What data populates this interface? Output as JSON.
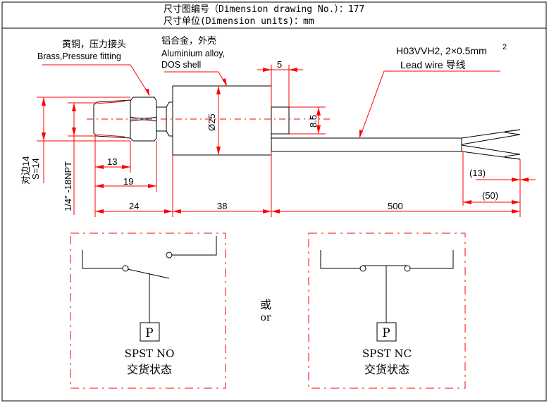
{
  "header": {
    "drawing_no": "尺寸图编号（Dimension drawing No.）：177",
    "units": "尺寸单位(Dimension units)：mm"
  },
  "labels": {
    "fitting_cn": "黄铜，压力接头",
    "fitting_en": "Brass,Pressure fitting",
    "shell_cn": "铝合金，外壳",
    "shell_en1": "Aluminium alloy,",
    "shell_en2": "DOS shell",
    "cable_spec": "H03VVH2, 2×0.5mm",
    "cable_sup": "2",
    "cable_en": "Lead wire 导线"
  },
  "dimensions": {
    "hex_cn": "对边14",
    "hex_s": "S=14",
    "thread": "1/4″ -18NPT",
    "d13": "13",
    "d19": "19",
    "d24": "24",
    "d38": "38",
    "d500": "500",
    "dia": "Ø25",
    "d85": "8.5",
    "d5": "5",
    "d13p": "(13)",
    "d50p": "(50)"
  },
  "switches": {
    "or_cn": "或",
    "or_en": "or",
    "no": {
      "symbol": "P",
      "title": "SPST NO",
      "state": "交货状态"
    },
    "nc": {
      "symbol": "P",
      "title": "SPST NC",
      "state": "交货状态"
    }
  }
}
